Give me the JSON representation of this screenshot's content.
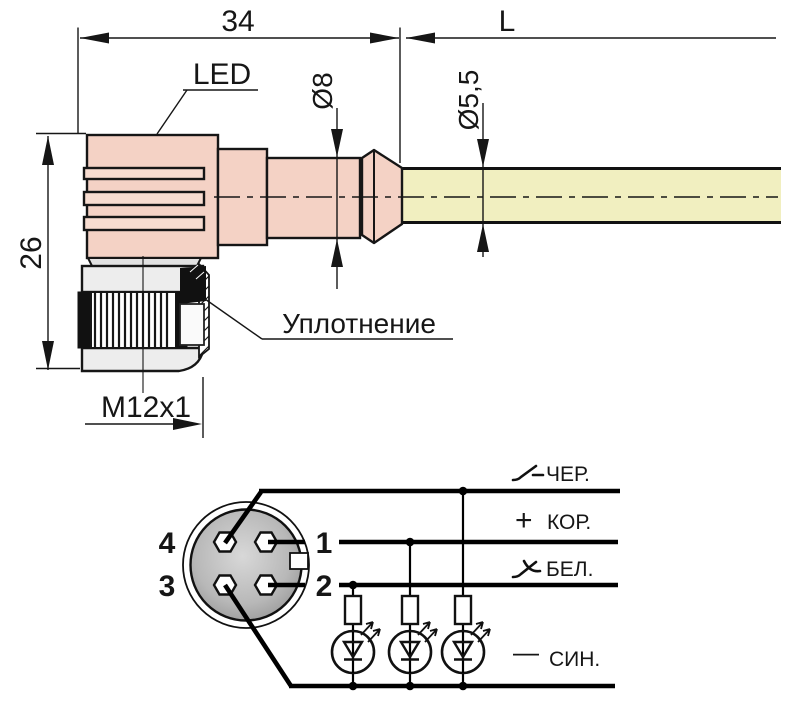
{
  "drawing": {
    "dim_width": "34",
    "dim_cable_length": "L",
    "led_label": "LED",
    "dia_gland": "Ø8",
    "dia_cable": "Ø5,5",
    "dim_height": "26",
    "seal_label": "Уплотнение",
    "thread_label": "M12x1",
    "colors": {
      "body": "#f4d2c5",
      "ribs": "#f7dcd0",
      "cable": "#f1efc0",
      "nut": "#ededed",
      "line": "#161616"
    }
  },
  "wiring": {
    "pin_labels": {
      "pin1": "1",
      "pin2": "2",
      "pin3": "3",
      "pin4": "4"
    },
    "wire_labels": {
      "black": "ЧЕР.",
      "brown": "КОР.",
      "white": "БЕЛ.",
      "blue": "СИН."
    },
    "polarity_plus": "+",
    "polarity_minus": "—",
    "symbols": {
      "black_wire": "normally-open-contact",
      "white_wire": "normally-closed-contact"
    },
    "led_count": 3
  }
}
